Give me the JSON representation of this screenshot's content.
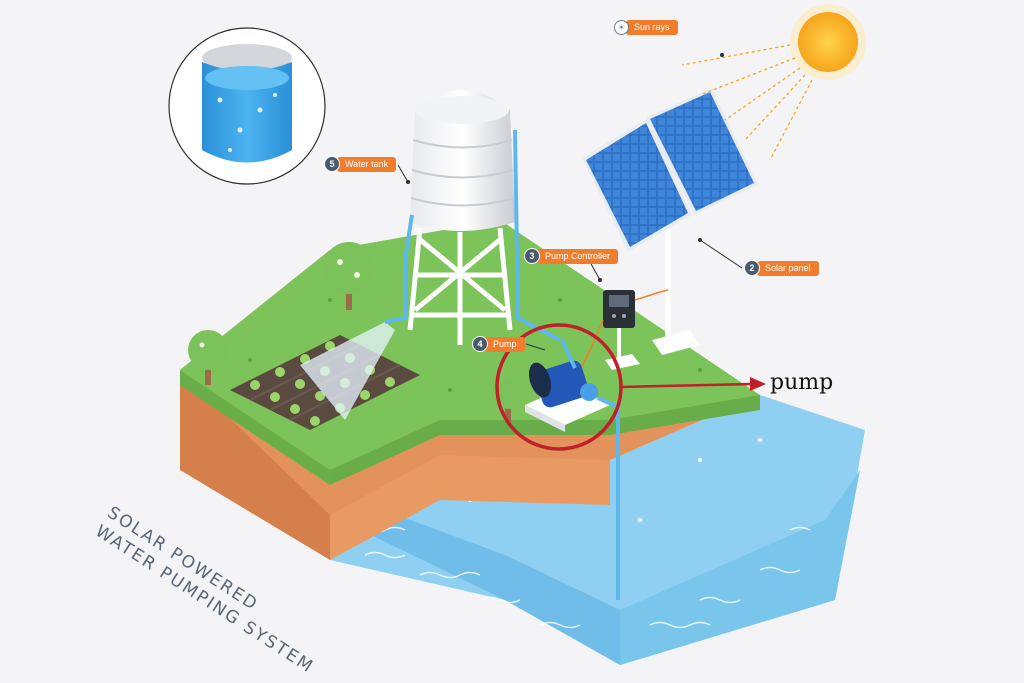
{
  "labels": {
    "sun_rays": "Sun rays",
    "solar_panel": {
      "num": "2",
      "text": "Solar panel"
    },
    "pump_controller": {
      "num": "3",
      "text": "Pump Controller"
    },
    "pump": {
      "num": "4",
      "text": "Pump"
    },
    "water_tank": {
      "num": "5",
      "text": "Water tank"
    }
  },
  "annotation": {
    "text": "pump"
  },
  "title": {
    "line1": "SOLAR POWERED",
    "line2": "WATER PUMPING SYSTEM"
  },
  "icons": [
    "sun-icon",
    "solar-panel-icon",
    "water-tower-icon",
    "pump-icon",
    "controller-icon",
    "tree-icon",
    "sprinkler-icon",
    "water-source-icon"
  ],
  "colors": {
    "accent": "#ef7d2b",
    "grass": "#7cc35a",
    "soil": "#e2925a",
    "water": "#8fd0f2",
    "highlight": "#c0202a"
  }
}
